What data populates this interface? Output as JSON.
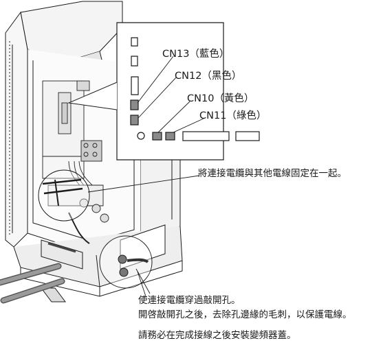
{
  "connector_labels": [
    {
      "text": "CN13（藍色）"
    },
    {
      "text": "CN12（黑色）"
    },
    {
      "text": "CN10（黃色）"
    },
    {
      "text": "CN11（綠色）"
    }
  ],
  "annotations": {
    "fix_cable": "將連接電纜與其他電線固定在一起。",
    "hole_line1": "使連接電纜穿過敲開孔。",
    "hole_line2": "開啓敲開孔之後，去除孔邊緣的毛刺，以保護電線。",
    "cover_note": "請務必在完成接線之後安裝變頻器蓋。"
  }
}
